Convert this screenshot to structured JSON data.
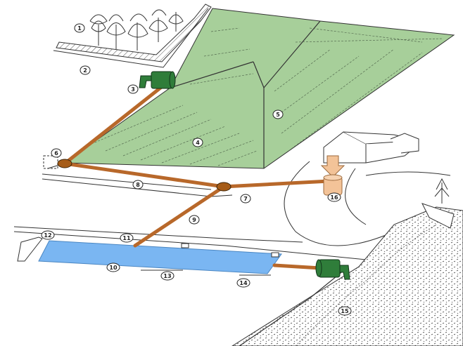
{
  "labels": [
    {
      "id": "l1",
      "text": "1"
    },
    {
      "id": "l2",
      "text": "2"
    },
    {
      "id": "l3",
      "text": "3"
    },
    {
      "id": "l4",
      "text": "4"
    },
    {
      "id": "l5",
      "text": "5"
    },
    {
      "id": "l6",
      "text": "6"
    },
    {
      "id": "l7",
      "text": "7"
    },
    {
      "id": "l8",
      "text": "8"
    },
    {
      "id": "l9",
      "text": "9"
    },
    {
      "id": "l10",
      "text": "10"
    },
    {
      "id": "l11",
      "text": "11"
    },
    {
      "id": "l12",
      "text": "12"
    },
    {
      "id": "l13",
      "text": "13"
    },
    {
      "id": "l14",
      "text": "14"
    },
    {
      "id": "l15",
      "text": "15"
    },
    {
      "id": "l16",
      "text": "16"
    }
  ],
  "colors": {
    "roof": "#a7cf9a",
    "pipe": "#b8682a",
    "junction": "#a65c18",
    "pond": "#7ab6f2",
    "drum": "#2f7d3a",
    "inflow_arrow": "#f3c398",
    "linework": "#333333"
  }
}
